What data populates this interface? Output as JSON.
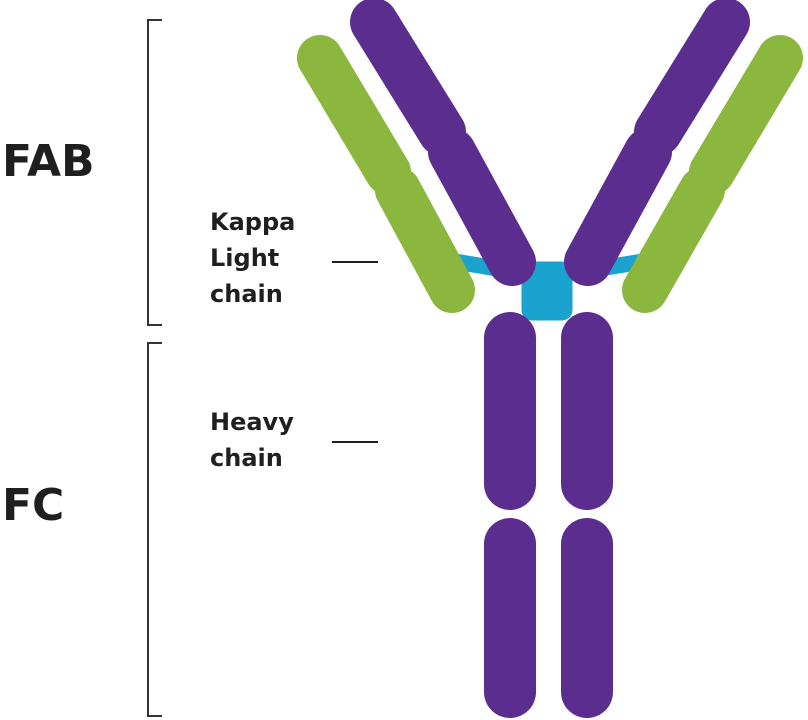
{
  "regions": {
    "fab": "FAB",
    "fc": "FC"
  },
  "labels": {
    "light_chain": [
      "Kappa",
      "Light",
      "chain"
    ],
    "heavy_chain": [
      "Heavy",
      "chain"
    ]
  },
  "colors": {
    "heavy_chain": "#5b2d8e",
    "light_chain": "#8cb73e",
    "disulfide_bond": "#1ba3cf",
    "text": "#1f1f1f",
    "bracket": "#333333"
  }
}
